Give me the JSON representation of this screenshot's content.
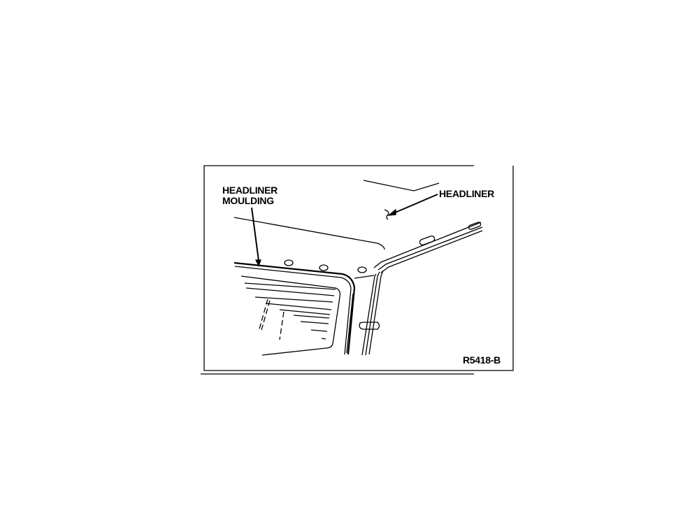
{
  "labels": {
    "headliner_moulding_line1": "HEADLINER",
    "headliner_moulding_line2": "MOULDING",
    "headliner": "HEADLINER",
    "figure_code": "R5418-B"
  },
  "colors": {
    "ink": "#000000",
    "background": "#ffffff"
  }
}
